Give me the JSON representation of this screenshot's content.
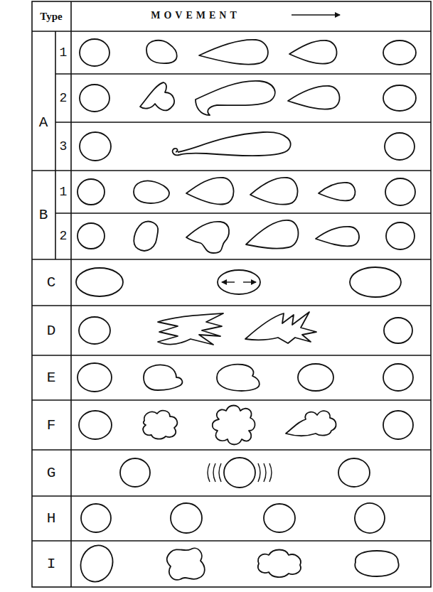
{
  "diagram": {
    "labels": [
      "Type",
      "MOVEMENT",
      "A",
      "1",
      "2",
      "3",
      "B",
      "1",
      "2",
      "C",
      "D",
      "E",
      "F",
      "G",
      "H",
      "I"
    ]
  }
}
